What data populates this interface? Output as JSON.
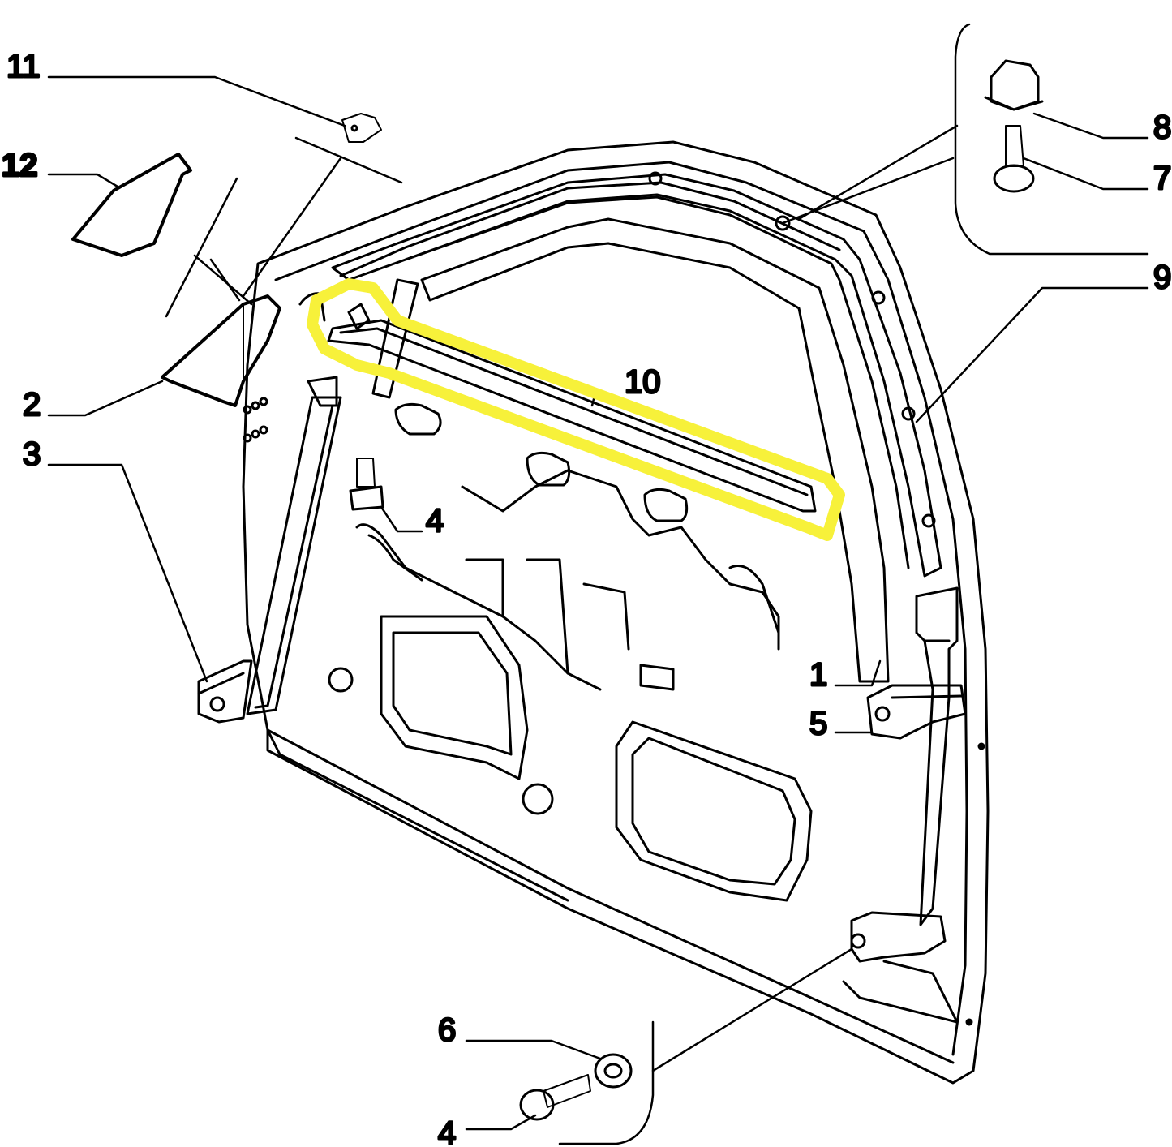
{
  "diagram": {
    "callouts": [
      {
        "id": "11",
        "text": "11"
      },
      {
        "id": "12",
        "text": "12"
      },
      {
        "id": "2",
        "text": "2"
      },
      {
        "id": "3",
        "text": "3"
      },
      {
        "id": "4a",
        "text": "4"
      },
      {
        "id": "10",
        "text": "10"
      },
      {
        "id": "8",
        "text": "8"
      },
      {
        "id": "7",
        "text": "7"
      },
      {
        "id": "9",
        "text": "9"
      },
      {
        "id": "1",
        "text": "1"
      },
      {
        "id": "5",
        "text": "5"
      },
      {
        "id": "6",
        "text": "6"
      },
      {
        "id": "4b",
        "text": "4"
      }
    ],
    "highlight": {
      "part": "10",
      "color": "#f7f13a"
    },
    "colors": {
      "line": "#000000",
      "highlight": "#f7f13a",
      "background": "#ffffff"
    }
  }
}
